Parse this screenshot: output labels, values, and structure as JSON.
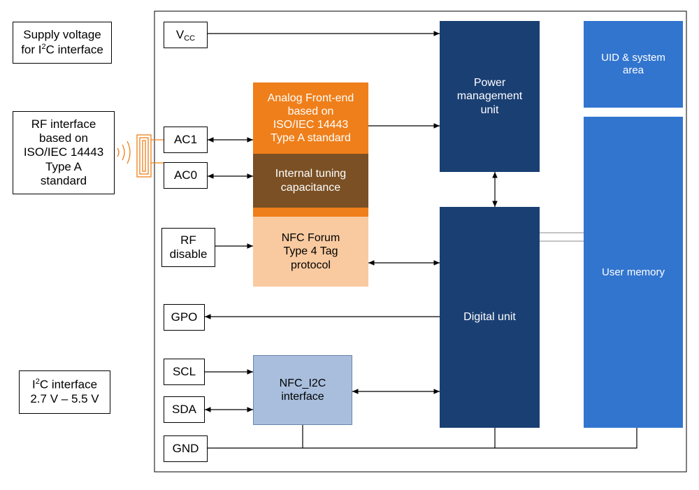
{
  "external_labels": {
    "supply_line1": "Supply voltage",
    "supply_line2_pre": "for I",
    "supply_line2_sup": "2",
    "supply_line2_post": "C interface",
    "rf_interface": [
      "RF interface",
      "based on",
      "ISO/IEC 14443",
      "Type A",
      "standard"
    ],
    "i2c_line1_pre": "I",
    "i2c_line1_sup": "2",
    "i2c_line1_post": "C interface",
    "i2c_line2": "2.7 V – 5.5 V"
  },
  "pins": {
    "vcc_main": "V",
    "vcc_sub": "CC",
    "ac1": "AC1",
    "ac0": "AC0",
    "rf_disable": [
      "RF",
      "disable"
    ],
    "gpo": "GPO",
    "scl": "SCL",
    "sda": "SDA",
    "gnd": "GND"
  },
  "blocks": {
    "analog_front_end": [
      "Analog Front-end",
      "based on",
      "ISO/IEC 14443",
      "Type A standard"
    ],
    "internal_tuning": [
      "Internal tuning",
      "capacitance"
    ],
    "nfc_forum": [
      "NFC Forum",
      "Type 4 Tag",
      "protocol"
    ],
    "nfc_i2c": [
      "NFC_I2C",
      "interface"
    ],
    "power_management": [
      "Power",
      "management",
      "unit"
    ],
    "digital_unit": "Digital unit",
    "uid_system": [
      "UID & system",
      "area"
    ],
    "user_memory": "User memory"
  },
  "colors": {
    "orange": "#ef7f1a",
    "brown": "#7a5024",
    "peach": "#f9caa0",
    "light_blue": "#a8bedc",
    "dark_blue": "#1a3f73",
    "mid_blue": "#3275cf"
  }
}
